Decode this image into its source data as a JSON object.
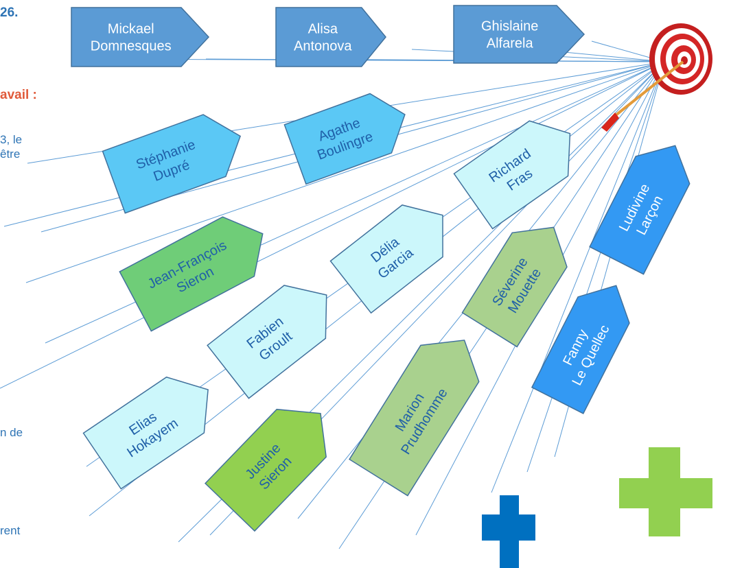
{
  "left_text": {
    "fragment_1": "26.",
    "fragment_2": "avail :",
    "fragment_3": "3, le",
    "fragment_4": "être",
    "fragment_5": "n de",
    "fragment_6": "rent"
  },
  "colors": {
    "line": "#5b9bd5",
    "medium_blue": "#5b9bd5",
    "sky_blue": "#5bc8f5",
    "pale_cyan": "#ccf7fb",
    "bright_blue": "#3399f3",
    "green": "#6fcd78",
    "olive_green": "#a9d18e",
    "lime_green": "#92d050",
    "red_orange": "#e05a3a",
    "plus_blue": "#0070c0",
    "plus_green": "#92d050"
  },
  "arrows": [
    {
      "key": "mickael",
      "lines": [
        "Mickael",
        "Domnesques"
      ]
    },
    {
      "key": "alisa",
      "lines": [
        "Alisa",
        "Antonova"
      ]
    },
    {
      "key": "ghislaine",
      "lines": [
        "Ghislaine",
        "Alfarela"
      ]
    },
    {
      "key": "stephanie",
      "lines": [
        "Stéphanie",
        "Dupré"
      ]
    },
    {
      "key": "agathe",
      "lines": [
        "Agathe",
        "Boulingre"
      ]
    },
    {
      "key": "richard",
      "lines": [
        "Richard",
        "Fras"
      ]
    },
    {
      "key": "ludivine",
      "lines": [
        "Ludivine",
        "Larçon"
      ]
    },
    {
      "key": "jeanfrancois",
      "lines": [
        "Jean-François",
        "Sieron"
      ]
    },
    {
      "key": "delia",
      "lines": [
        "Délia",
        "Garcia"
      ]
    },
    {
      "key": "severine",
      "lines": [
        "Séverine",
        "Mouette"
      ]
    },
    {
      "key": "fabien",
      "lines": [
        "Fabien",
        "Groult"
      ]
    },
    {
      "key": "fanny",
      "lines": [
        "Fanny",
        "Le Quellec"
      ]
    },
    {
      "key": "elias",
      "lines": [
        "Elias",
        "Hokayem"
      ]
    },
    {
      "key": "marion",
      "lines": [
        "Marion",
        "Prudhomme"
      ]
    },
    {
      "key": "justine",
      "lines": [
        "Justine",
        "Sieron"
      ]
    }
  ]
}
